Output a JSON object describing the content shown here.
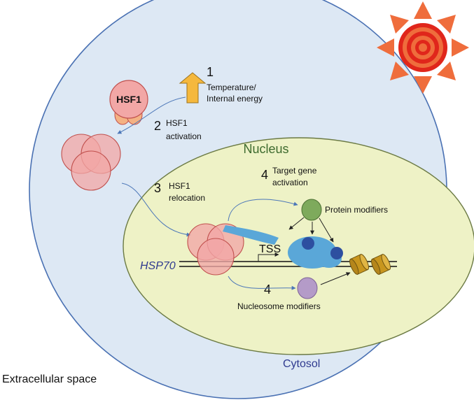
{
  "diagram": {
    "labels": {
      "step1_num": "1",
      "step1_line1": "Temperature/",
      "step1_line2": "Internal energy",
      "hsf1": "HSF1",
      "step2_num": "2",
      "step2_line1": "HSF1",
      "step2_line2": "activation",
      "nucleus": "Nucleus",
      "step3_num": "3",
      "step3_line1": "HSF1",
      "step3_line2": "relocation",
      "step4a_num": "4",
      "step4a_line1": "Target gene",
      "step4a_line2": "activation",
      "protein_modifiers": "Protein modifiers",
      "tss": "TSS",
      "hsp70": "HSP70",
      "step4b_num": "4",
      "nucleosome_modifiers": "Nucleosome modifiers",
      "cytosol": "Cytosol",
      "extracellular": "Extracellular space"
    },
    "icons": {
      "sun": "sun-icon",
      "temperature_arrow": "up-arrow-icon"
    },
    "colors": {
      "cell_fill": "#dde8f4",
      "cell_stroke": "#4a71b3",
      "nucleus_fill": "#eef2c6",
      "nucleus_stroke": "#6b7a44",
      "nucleus_label": "#3e6b2f",
      "hsf1_fill": "#f2a7a6",
      "hsf1_stroke": "#c0504d",
      "hsf1_monomer_sub": "#f4b183",
      "arrow_orange": "#f5b83d",
      "sun_orange": "#ef6d3c",
      "sun_red": "#e0261b",
      "pol_blue": "#5aa7d8",
      "pol_dark": "#2d4fa0",
      "protein_mod_green": "#7eaa5c",
      "nucleosome_mod_purple": "#b49bc8",
      "nucleosome_gold": "#c8961e",
      "connector_blue": "#4c77b8",
      "hsp70_text": "#2f3a8f",
      "cytosol_text": "#2f3a8f"
    }
  }
}
